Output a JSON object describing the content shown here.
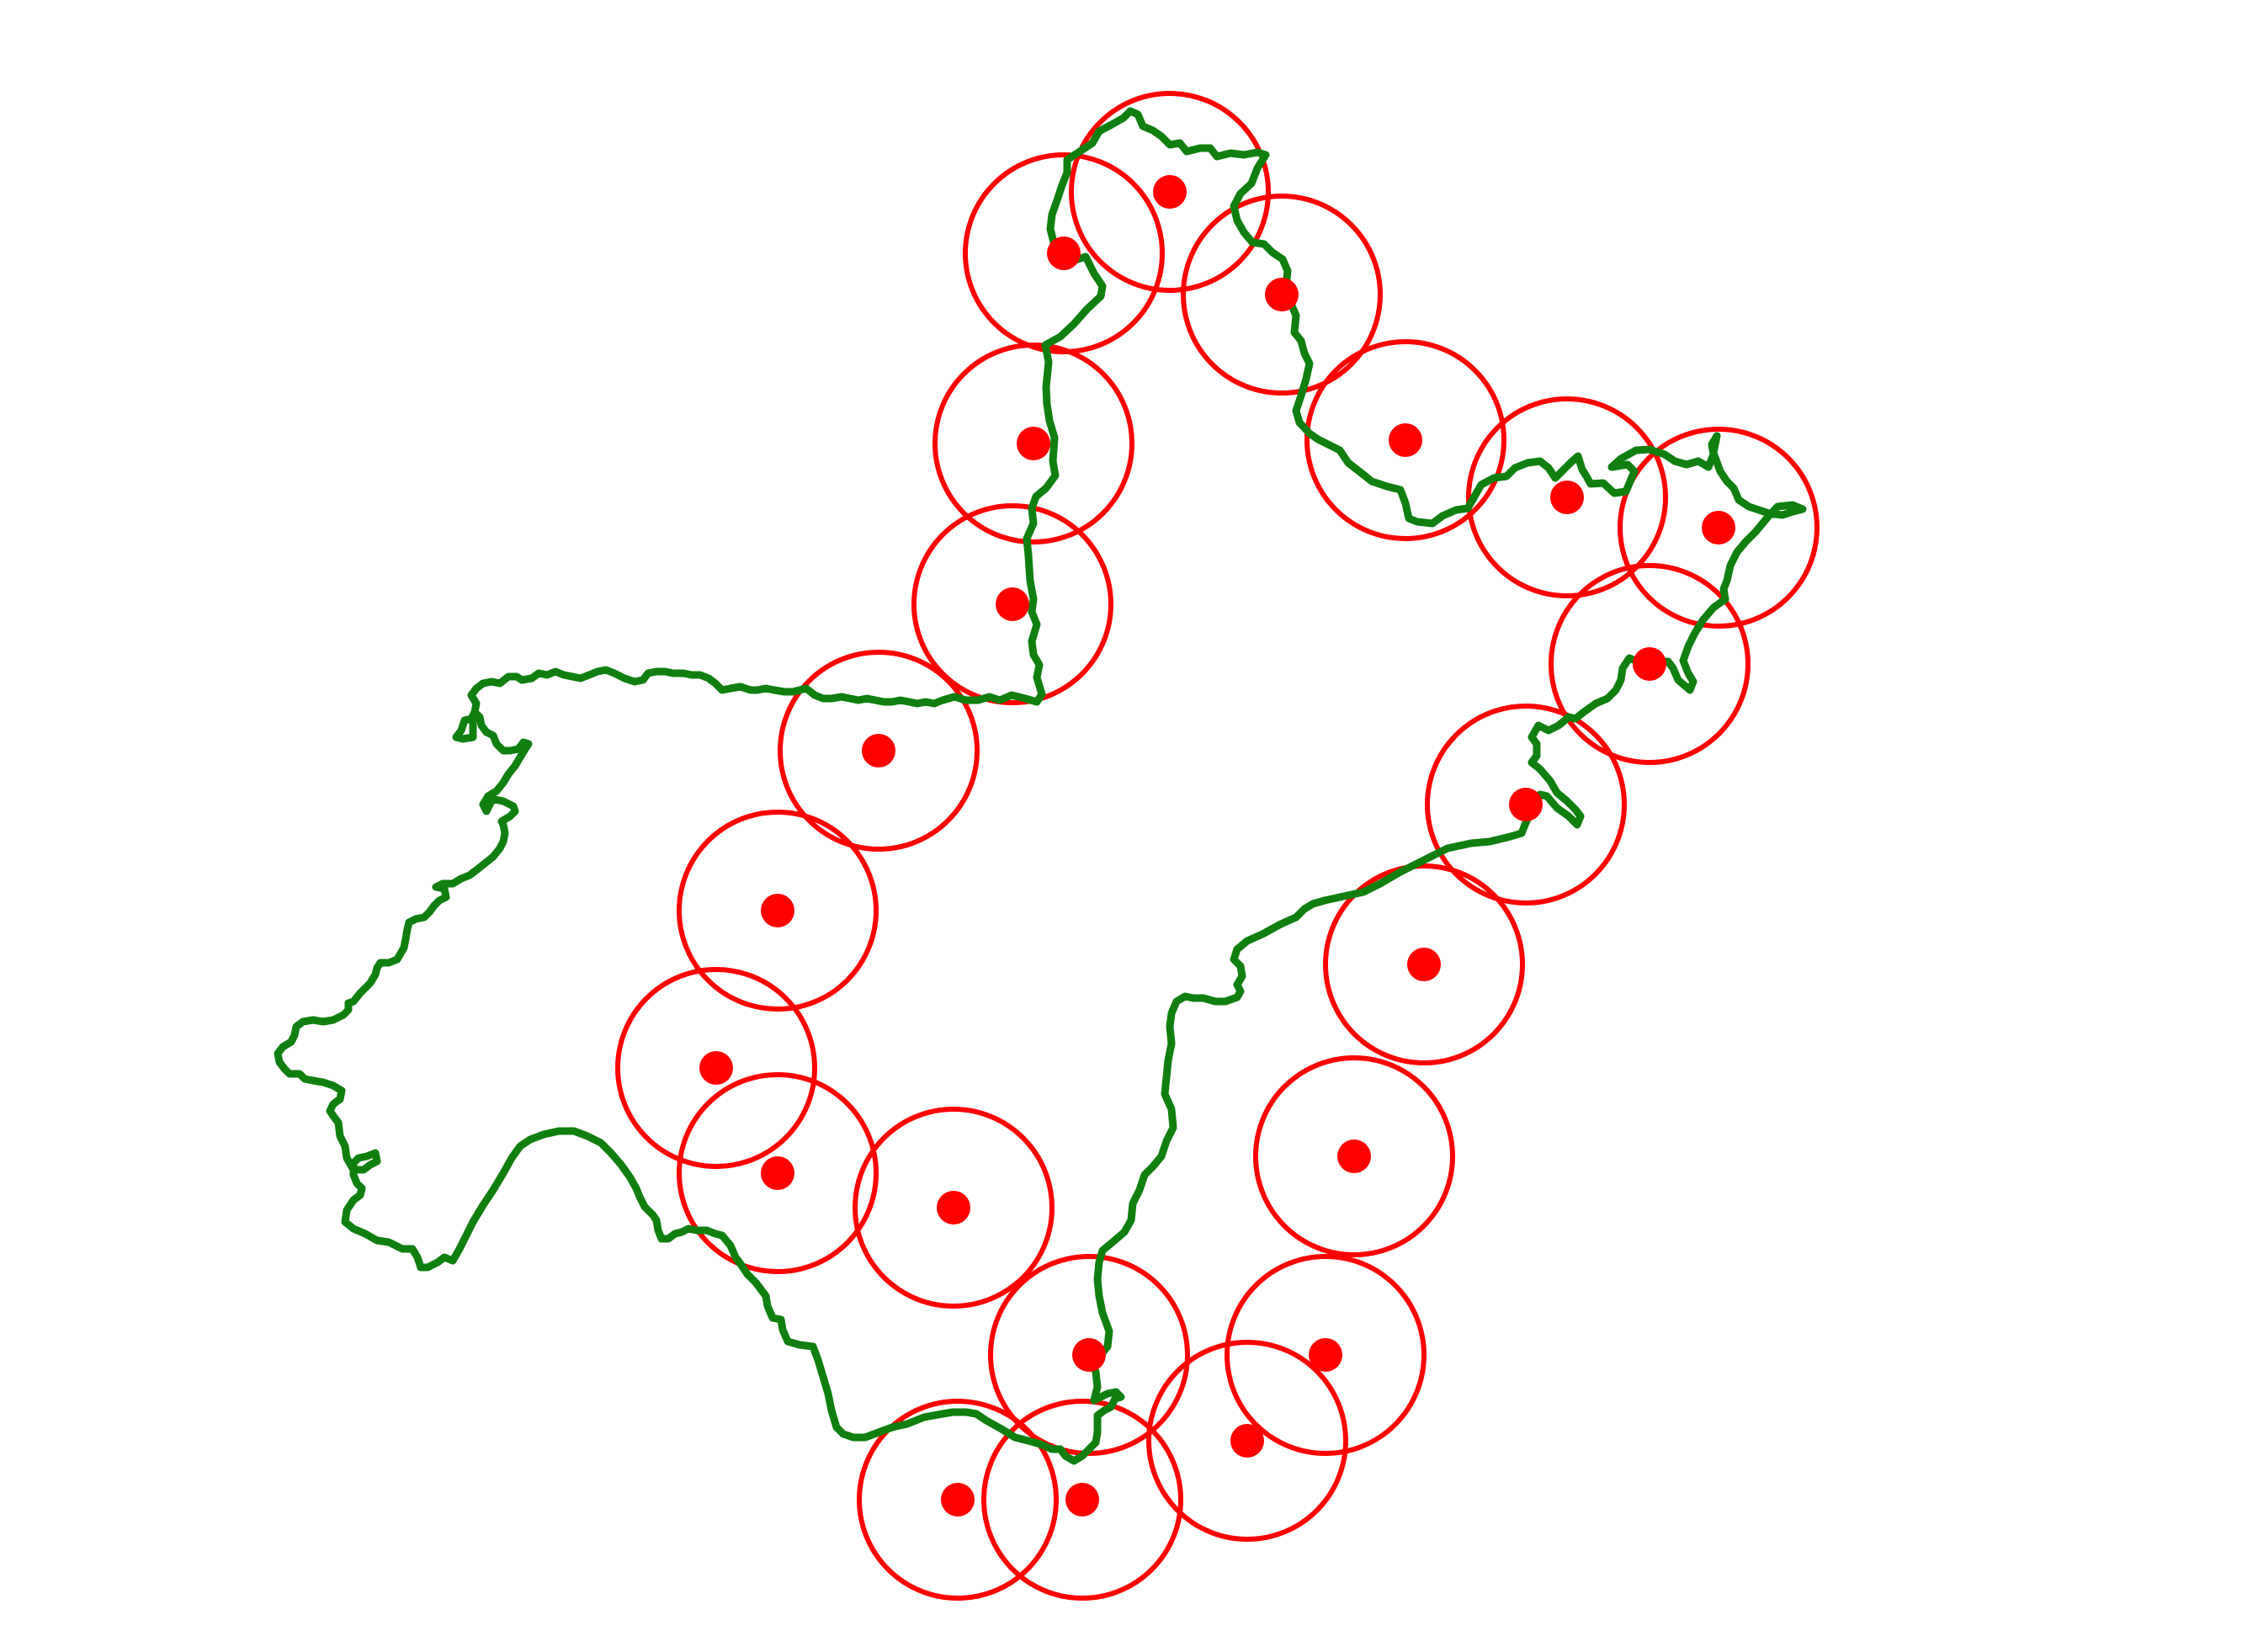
{
  "colors": {
    "background": "#ffffff",
    "circle": "#ff0000",
    "center": "#ff0000",
    "path": "#107f10"
  },
  "nodes": [
    {
      "id": "n01"
    },
    {
      "id": "n02"
    },
    {
      "id": "n03"
    },
    {
      "id": "n04"
    },
    {
      "id": "n05"
    },
    {
      "id": "n06"
    },
    {
      "id": "n07"
    },
    {
      "id": "n08"
    },
    {
      "id": "n09"
    },
    {
      "id": "n10"
    },
    {
      "id": "n11"
    },
    {
      "id": "n12"
    },
    {
      "id": "n13"
    },
    {
      "id": "n14"
    },
    {
      "id": "n15"
    },
    {
      "id": "n16"
    },
    {
      "id": "n17"
    },
    {
      "id": "n18"
    },
    {
      "id": "n19"
    },
    {
      "id": "n20"
    },
    {
      "id": "n21"
    },
    {
      "id": "n22"
    }
  ]
}
